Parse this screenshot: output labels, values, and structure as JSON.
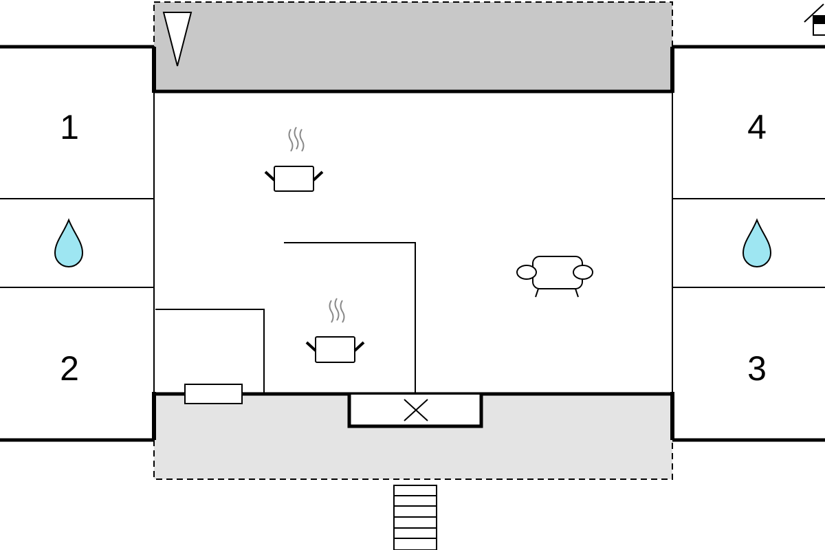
{
  "rooms": {
    "left_top": "1",
    "left_bottom": "2",
    "right_bottom": "3",
    "right_top": "4"
  },
  "icons": [
    "compass-icon",
    "home-icon",
    "kitchen-pot-icon",
    "water-drop-icon",
    "sofa-icon",
    "stairs-icon",
    "fireplace-icon",
    "radiator-icon"
  ],
  "colors": {
    "water": "#9ee6f2",
    "terrace": "#e4e4e4",
    "upper_terrace": "#c8c8c8",
    "wall": "#000000"
  }
}
